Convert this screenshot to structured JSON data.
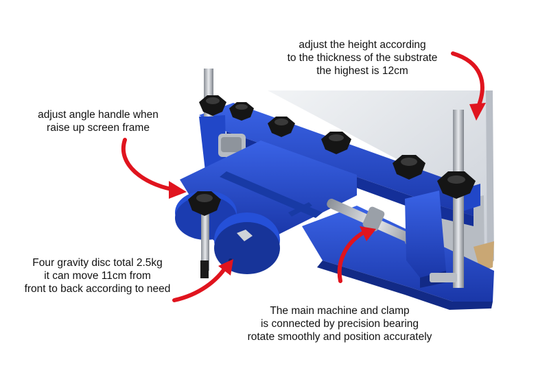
{
  "annotations": {
    "height": {
      "lines": [
        "adjust the height according",
        "to the thickness of the substrate",
        "the highest is 12cm"
      ]
    },
    "angle_handle": {
      "lines": [
        "adjust angle handle when",
        "raise up screen frame"
      ]
    },
    "gravity_disc": {
      "lines": [
        "Four gravity disc total 2.5kg",
        "it can move 11cm from",
        "front to back according to need"
      ]
    },
    "bearing": {
      "lines": [
        "The main machine and clamp",
        "is connected by precision bearing",
        "rotate smoothly and position accurately"
      ]
    }
  },
  "colors": {
    "machine_blue": "#2147c8",
    "arrow_red": "#e0141e",
    "knob_black": "#151515",
    "frame_silver": "#d7dbe0"
  }
}
